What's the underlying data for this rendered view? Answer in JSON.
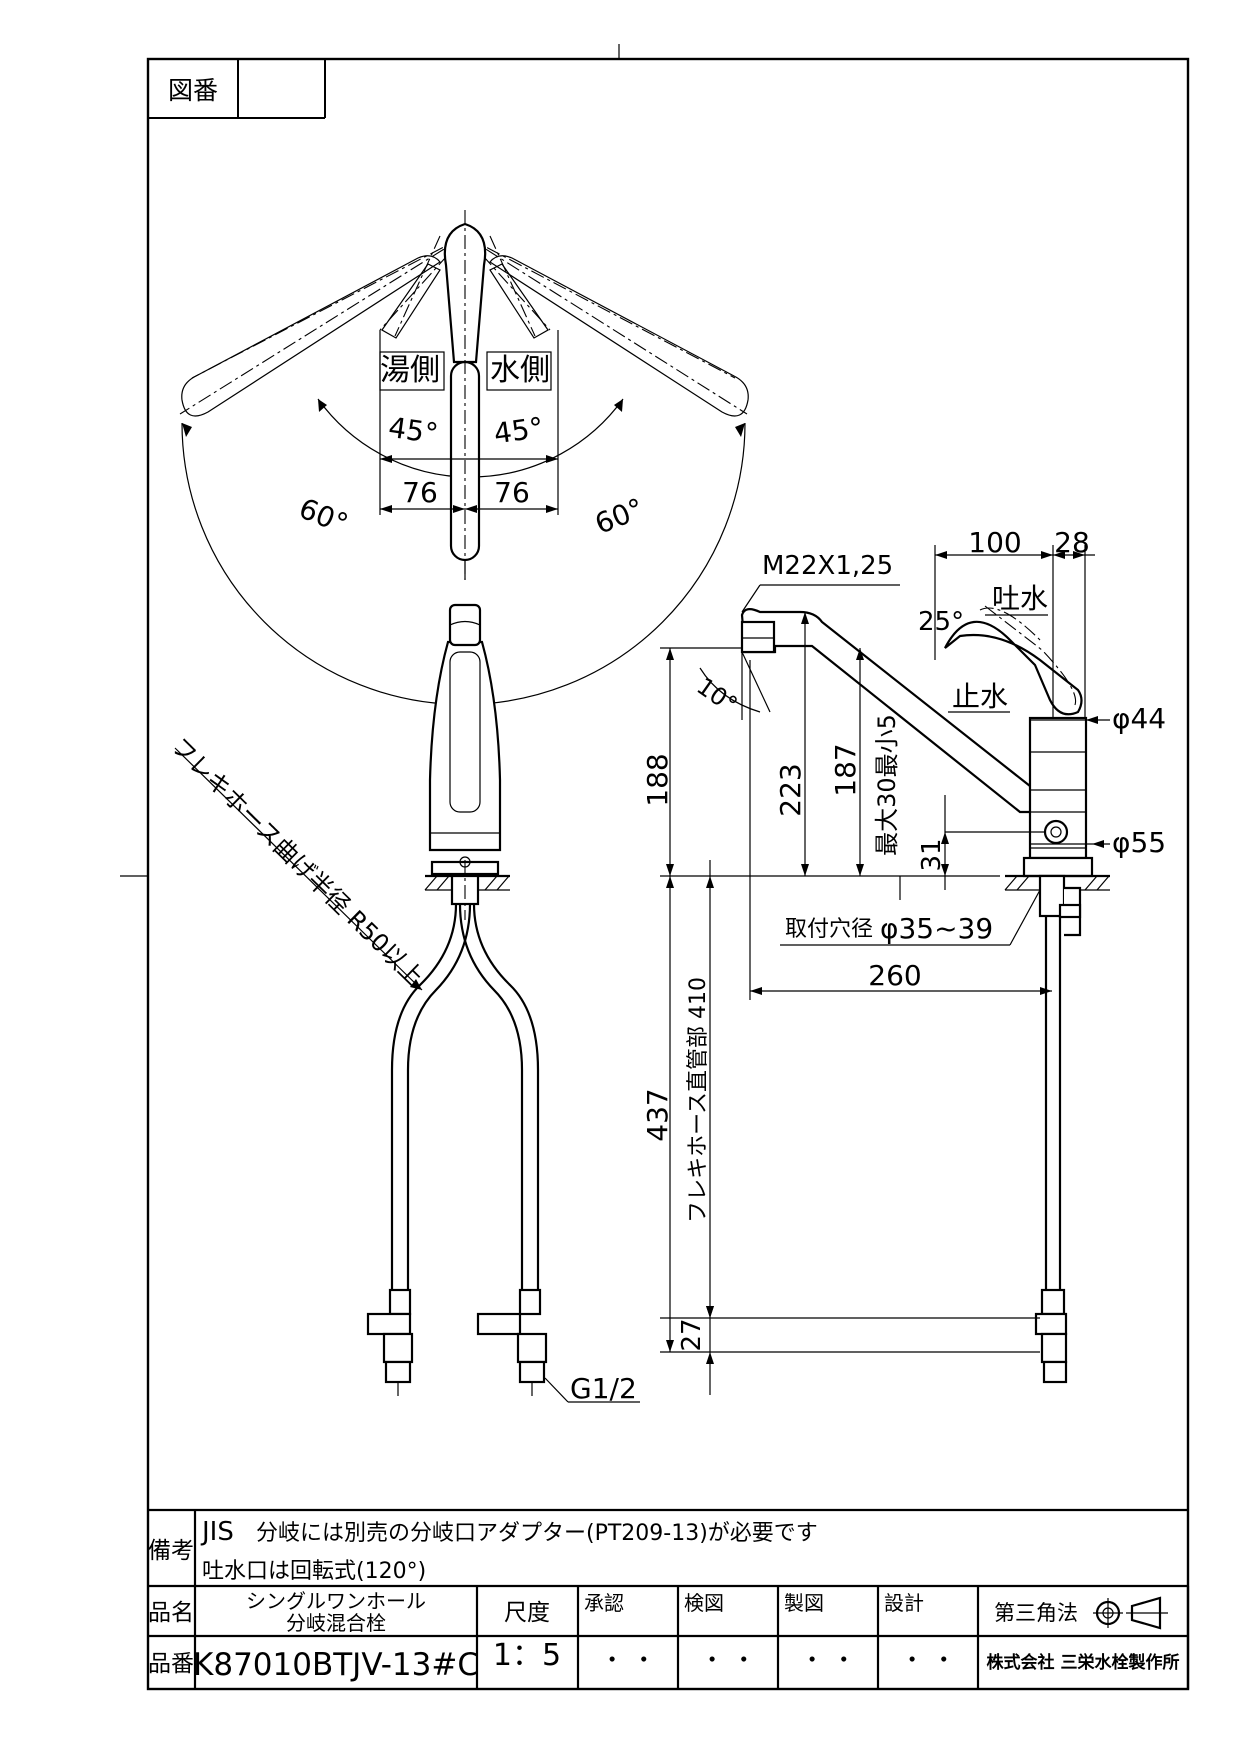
{
  "drawing_number_label": "図番",
  "drawing_number_value": "",
  "top_view": {
    "hot_side": "湯側",
    "cold_side": "水側",
    "angle_45_left": "45°",
    "angle_45_right": "45°",
    "dim_76_left": "76",
    "dim_76_right": "76",
    "angle_60_left": "60°",
    "angle_60_right": "60°"
  },
  "front_view": {
    "hose_bend_note": "フレキホース曲げ半径 R50以上",
    "thread_g": "G1/2"
  },
  "side_view": {
    "thread_m": "M22X1,25",
    "dim_100": "100",
    "dim_28": "28",
    "spout_label": "吐水",
    "angle_25": "25°",
    "stop_label": "止水",
    "dia_44": "φ44",
    "angle_10": "10°",
    "dim_188": "188",
    "dim_223": "223",
    "dim_187": "187",
    "counter_thickness": "最大30最小5",
    "dim_31": "31",
    "dia_55": "φ55",
    "mount_hole": "取付穴径",
    "mount_hole_dim": "φ35~39",
    "dim_260": "260",
    "dim_437": "437",
    "hose_straight": "フレキホース直管部 410",
    "dim_27": "27"
  },
  "title_block": {
    "remarks_label": "備考",
    "remarks_line1_jis": "JIS",
    "remarks_line1": "分岐には別売の分岐口アダプター(PT209-13)が必要です",
    "remarks_line2": "吐水口は回転式(120°)",
    "product_name_label": "品名",
    "product_name_1": "シングルワンホール",
    "product_name_2": "分岐混合栓",
    "scale_label": "尺度",
    "scale_value": "1：5",
    "approve_label": "承認",
    "check_label": "検図",
    "draft_label": "製図",
    "design_label": "設計",
    "date_dots": "・ ・",
    "projection_label": "第三角法",
    "product_number_label": "品番",
    "product_number": "K87010BTJV-13#C",
    "company": "株式会社 三栄水栓製作所"
  }
}
